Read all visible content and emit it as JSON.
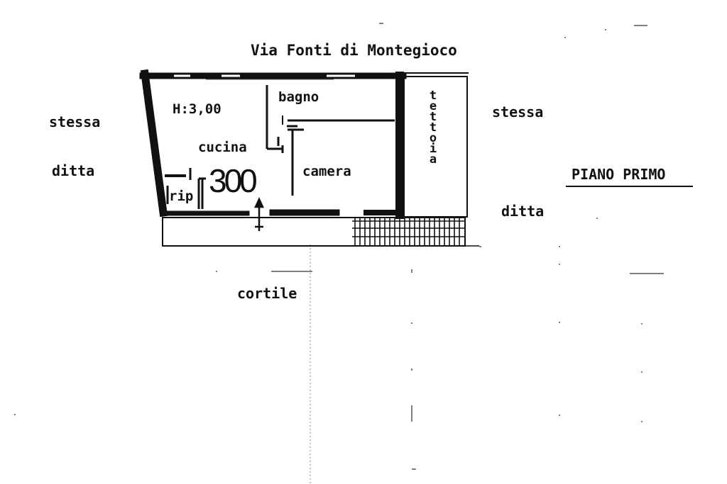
{
  "street": "Via Fonti di Montegioco",
  "floor_label": "PIANO PRIMO",
  "neighbors": {
    "left_top": "stessa",
    "left_bottom": "ditta",
    "right_top": "stessa",
    "right_bottom": "ditta"
  },
  "rooms": {
    "height_note": "H:3,00",
    "bagno": "bagno",
    "cucina": "cucina",
    "camera": "camera",
    "rip": "rip",
    "tettoia": "tettoia"
  },
  "handwritten_number": "300",
  "courtyard": "cortile"
}
